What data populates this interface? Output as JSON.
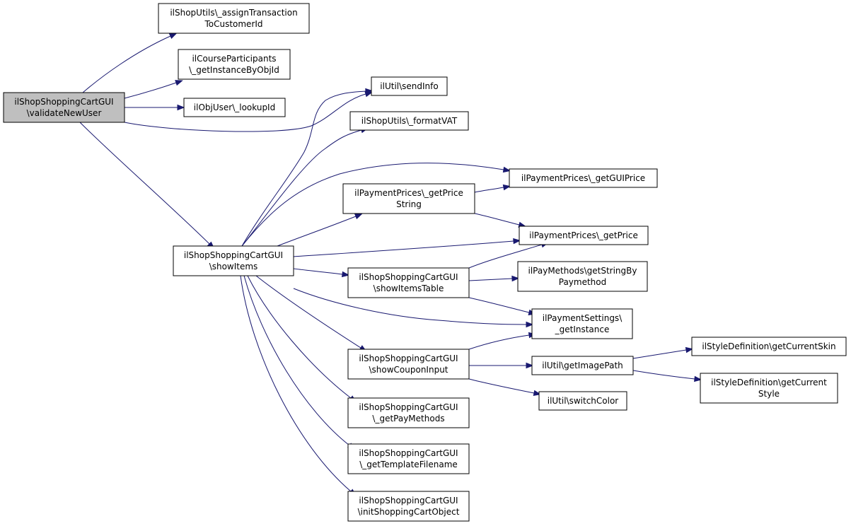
{
  "graph": {
    "nodes": {
      "n1": {
        "label": [
          "ilShopShoppingCartGUI",
          "\\validateNewUser"
        ],
        "root": true
      },
      "n2": {
        "label": [
          "ilShopUtils\\_assignTransaction",
          "ToCustomerId"
        ]
      },
      "n3": {
        "label": [
          "ilCourseParticipants",
          "\\_getInstanceByObjId"
        ]
      },
      "n4": {
        "label": [
          "ilObjUser\\_lookupId"
        ]
      },
      "n5": {
        "label": [
          "ilUtil\\sendInfo"
        ]
      },
      "n6": {
        "label": [
          "ilShopUtils\\_formatVAT"
        ]
      },
      "n7": {
        "label": [
          "ilPaymentPrices\\_getGUIPrice"
        ]
      },
      "n8": {
        "label": [
          "ilPaymentPrices\\_getPrice",
          "String"
        ]
      },
      "n9": {
        "label": [
          "ilPaymentPrices\\_getPrice"
        ]
      },
      "n10": {
        "label": [
          "ilShopShoppingCartGUI",
          "\\showItems"
        ]
      },
      "n11": {
        "label": [
          "ilShopShoppingCartGUI",
          "\\showItemsTable"
        ]
      },
      "n12": {
        "label": [
          "ilPayMethods\\getStringBy",
          "Paymethod"
        ]
      },
      "n13": {
        "label": [
          "ilPaymentSettings\\",
          "_getInstance"
        ]
      },
      "n14": {
        "label": [
          "ilShopShoppingCartGUI",
          "\\showCouponInput"
        ]
      },
      "n15": {
        "label": [
          "ilUtil\\getImagePath"
        ]
      },
      "n16": {
        "label": [
          "ilStyleDefinition\\getCurrentSkin"
        ]
      },
      "n17": {
        "label": [
          "ilStyleDefinition\\getCurrent",
          "Style"
        ]
      },
      "n18": {
        "label": [
          "ilUtil\\switchColor"
        ]
      },
      "n19": {
        "label": [
          "ilShopShoppingCartGUI",
          "\\_getPayMethods"
        ]
      },
      "n20": {
        "label": [
          "ilShopShoppingCartGUI",
          "\\_getTemplateFilename"
        ]
      },
      "n21": {
        "label": [
          "ilShopShoppingCartGUI",
          "\\initShoppingCartObject"
        ]
      }
    },
    "edges": [
      [
        "n1",
        "n2"
      ],
      [
        "n1",
        "n3"
      ],
      [
        "n1",
        "n4"
      ],
      [
        "n1",
        "n5"
      ],
      [
        "n1",
        "n10"
      ],
      [
        "n10",
        "n5"
      ],
      [
        "n10",
        "n6"
      ],
      [
        "n10",
        "n7"
      ],
      [
        "n10",
        "n8"
      ],
      [
        "n10",
        "n9"
      ],
      [
        "n10",
        "n11"
      ],
      [
        "n10",
        "n13"
      ],
      [
        "n10",
        "n14"
      ],
      [
        "n10",
        "n19"
      ],
      [
        "n10",
        "n20"
      ],
      [
        "n10",
        "n21"
      ],
      [
        "n8",
        "n7"
      ],
      [
        "n8",
        "n9"
      ],
      [
        "n11",
        "n9"
      ],
      [
        "n11",
        "n12"
      ],
      [
        "n11",
        "n13"
      ],
      [
        "n14",
        "n13"
      ],
      [
        "n14",
        "n15"
      ],
      [
        "n14",
        "n18"
      ],
      [
        "n15",
        "n16"
      ],
      [
        "n15",
        "n17"
      ]
    ],
    "colors": {
      "edge": "#191970",
      "node_border": "#000000",
      "root_fill": "#bfbfbf",
      "node_fill": "#ffffff"
    }
  }
}
